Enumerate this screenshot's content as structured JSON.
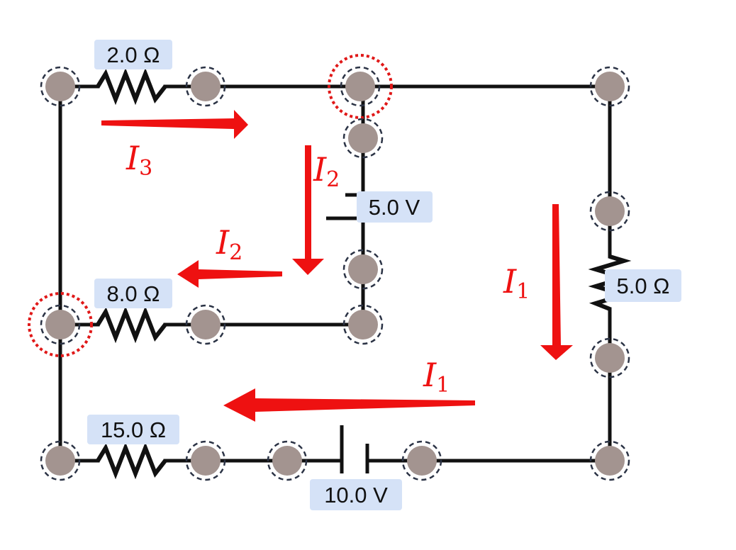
{
  "components": {
    "r_top": {
      "label": "2.0 Ω"
    },
    "r_mid": {
      "label": "8.0 Ω"
    },
    "r_bottom": {
      "label": "15.0 Ω"
    },
    "r_right": {
      "label": "5.0 Ω"
    },
    "battery_mid": {
      "label": "5.0 V"
    },
    "battery_bottom": {
      "label": "10.0 V"
    }
  },
  "currents": [
    {
      "symbol": "I",
      "subscript": "3"
    },
    {
      "symbol": "I",
      "subscript": "2"
    },
    {
      "symbol": "I",
      "subscript": "2"
    },
    {
      "symbol": "I",
      "subscript": "1"
    },
    {
      "symbol": "I",
      "subscript": "1"
    }
  ],
  "colors": {
    "arrow": "#ee1111",
    "junction_marker": "#e01818",
    "label_background": "#d5e2f7",
    "node": "#a39490"
  }
}
